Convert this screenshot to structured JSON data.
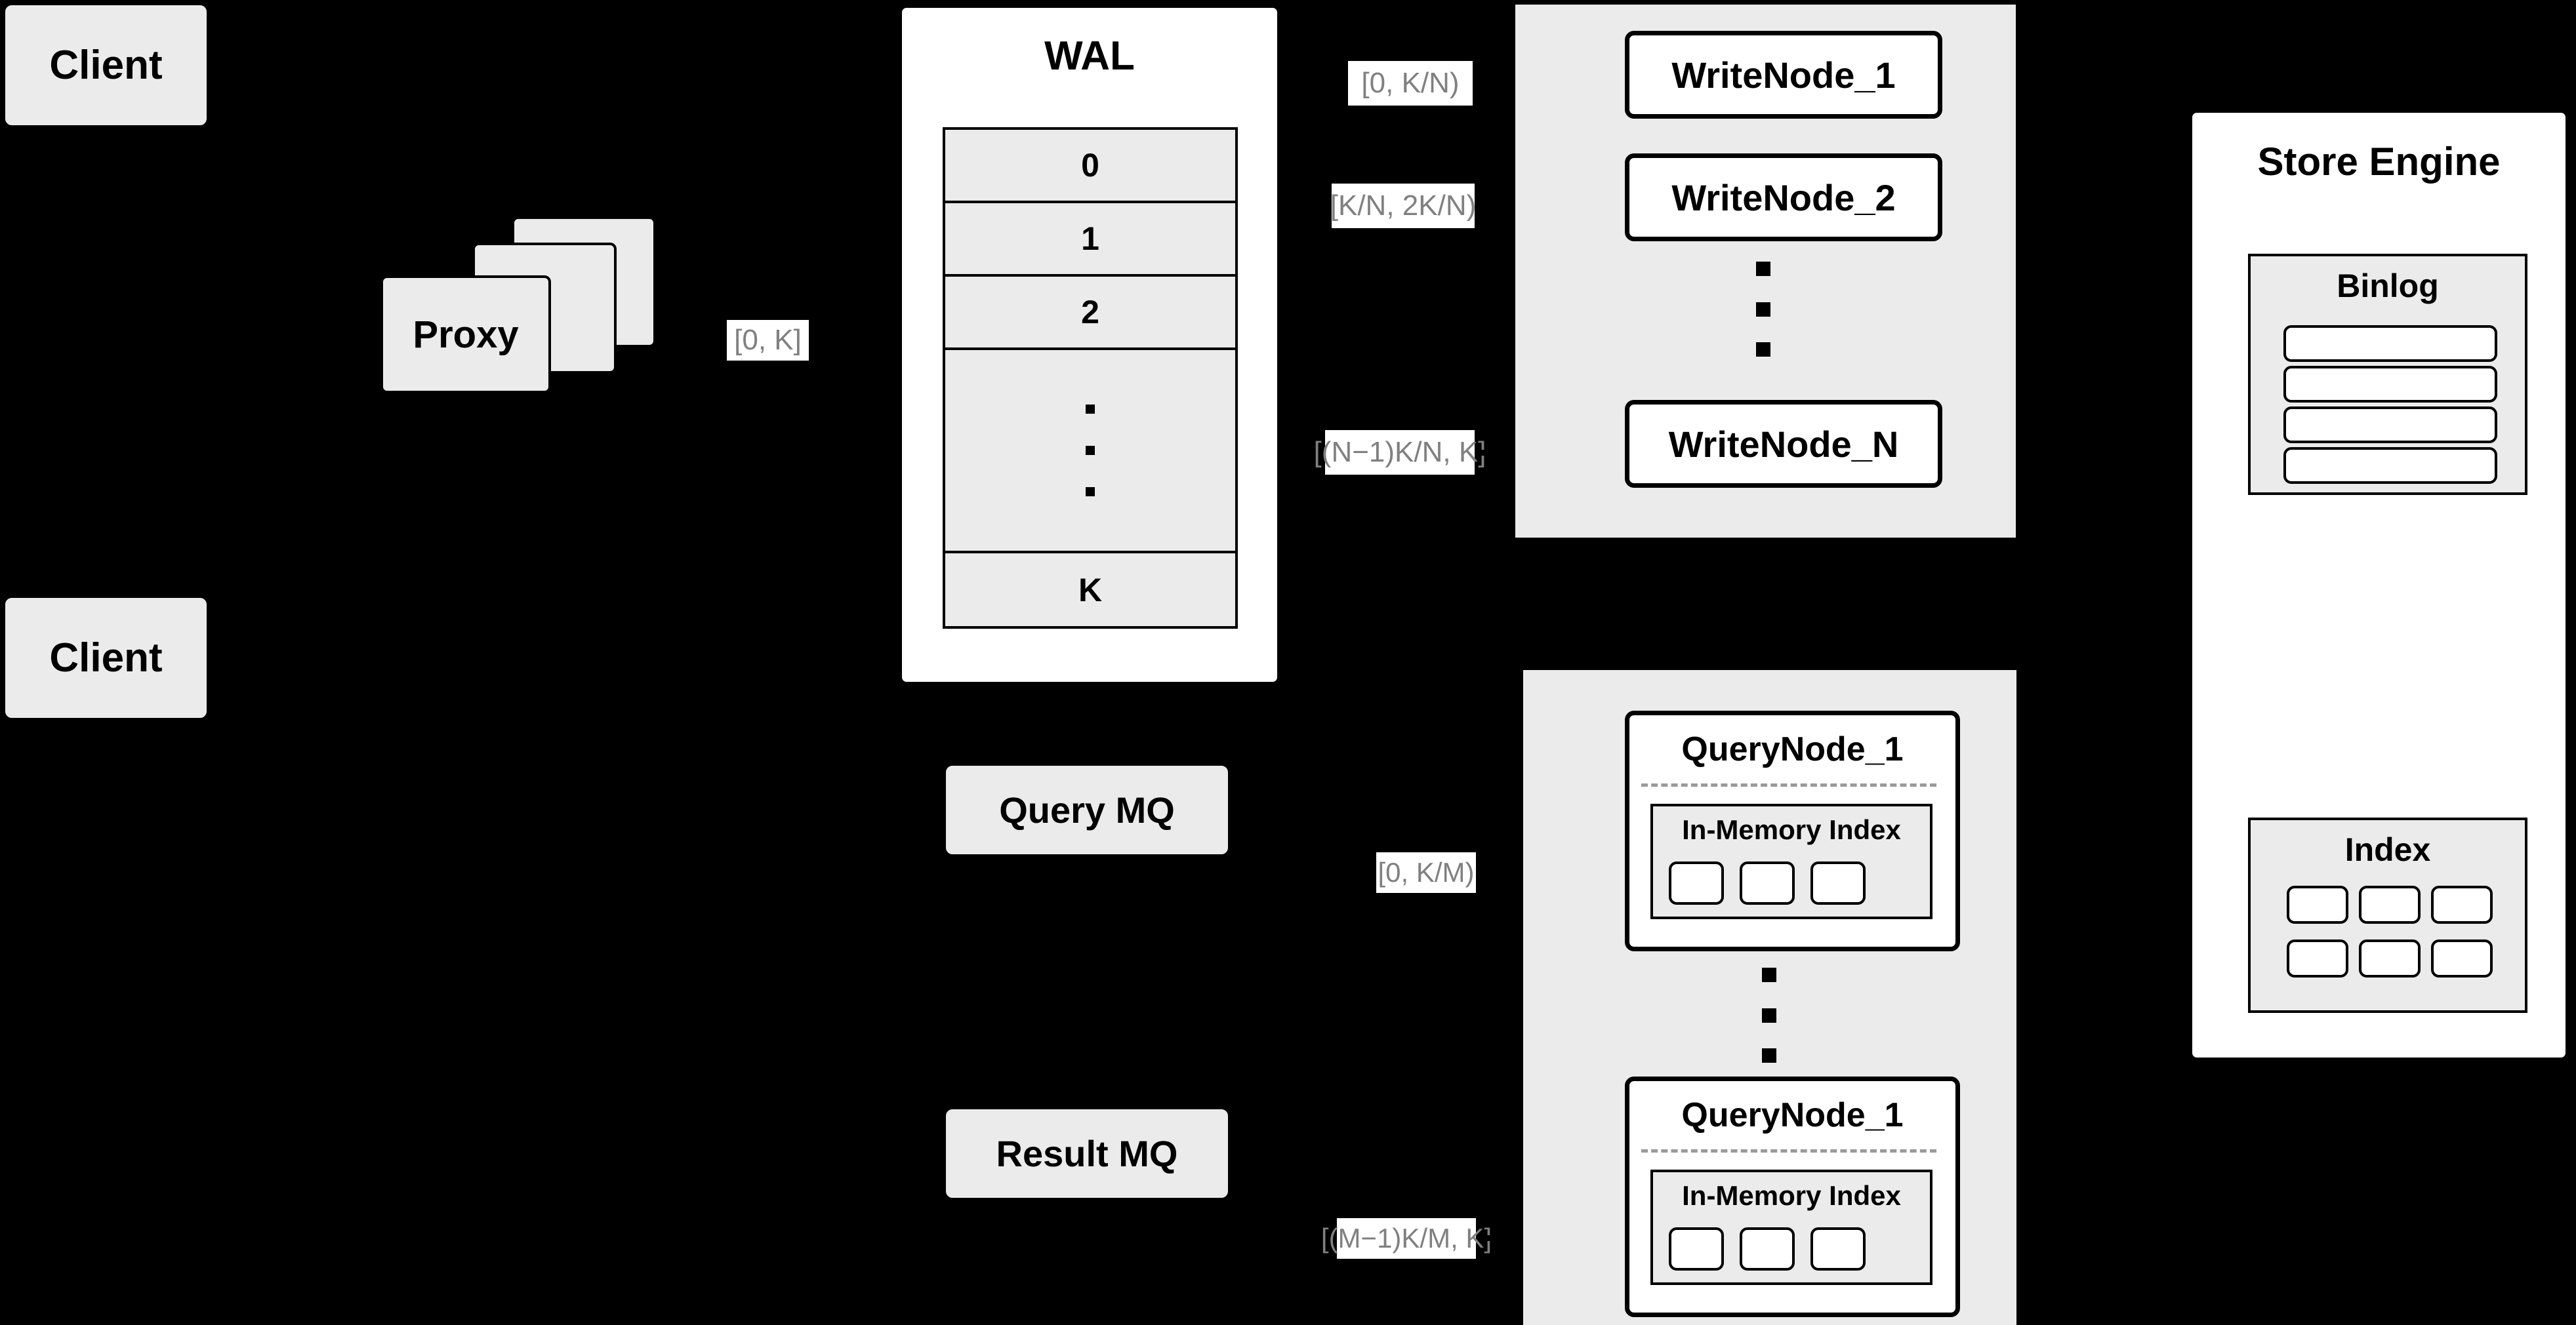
{
  "diagram": {
    "background_color": "#000000",
    "accent_gray": "#EBEBEB",
    "label_text_color": "#808080",
    "title": ""
  },
  "clients": [
    {
      "label": "Client"
    },
    {
      "label": "Client"
    }
  ],
  "proxy": {
    "label": "Proxy",
    "range_label": "[0, K]"
  },
  "wal": {
    "title": "WAL",
    "rows": [
      "0",
      "1",
      "2",
      "·\n·\n·",
      "K"
    ],
    "row_labels": {
      "first": "0",
      "second": "1",
      "third": "2",
      "ellipsis": "dots",
      "last": "K"
    }
  },
  "write_cluster": {
    "nodes": [
      {
        "label": "WriteNode_1",
        "range_label": "[0,  K/N)"
      },
      {
        "label": "WriteNode_2",
        "range_label": "[K/N, 2K/N)"
      },
      {
        "label": "WriteNode_N",
        "range_label": "[(N−1)K/N,  K]"
      }
    ],
    "ellipsis": "dots"
  },
  "message_queues": [
    {
      "label": "Query MQ"
    },
    {
      "label": "Result MQ"
    }
  ],
  "query_cluster": {
    "nodes": [
      {
        "label": "QueryNode_1",
        "range_label": "[0, K/M)",
        "index": {
          "label": "In-Memory Index",
          "slots": 3
        }
      },
      {
        "label": "QueryNode_1",
        "range_label": "[(M−1)K/M, K]",
        "index": {
          "label": "In-Memory Index",
          "slots": 3
        }
      }
    ],
    "ellipsis": "dots"
  },
  "store_engine": {
    "title": "Store Engine",
    "binlog": {
      "title": "Binlog",
      "entries": 4
    },
    "index": {
      "title": "Index",
      "rows": 2,
      "cols": 3,
      "cells": 6
    }
  }
}
